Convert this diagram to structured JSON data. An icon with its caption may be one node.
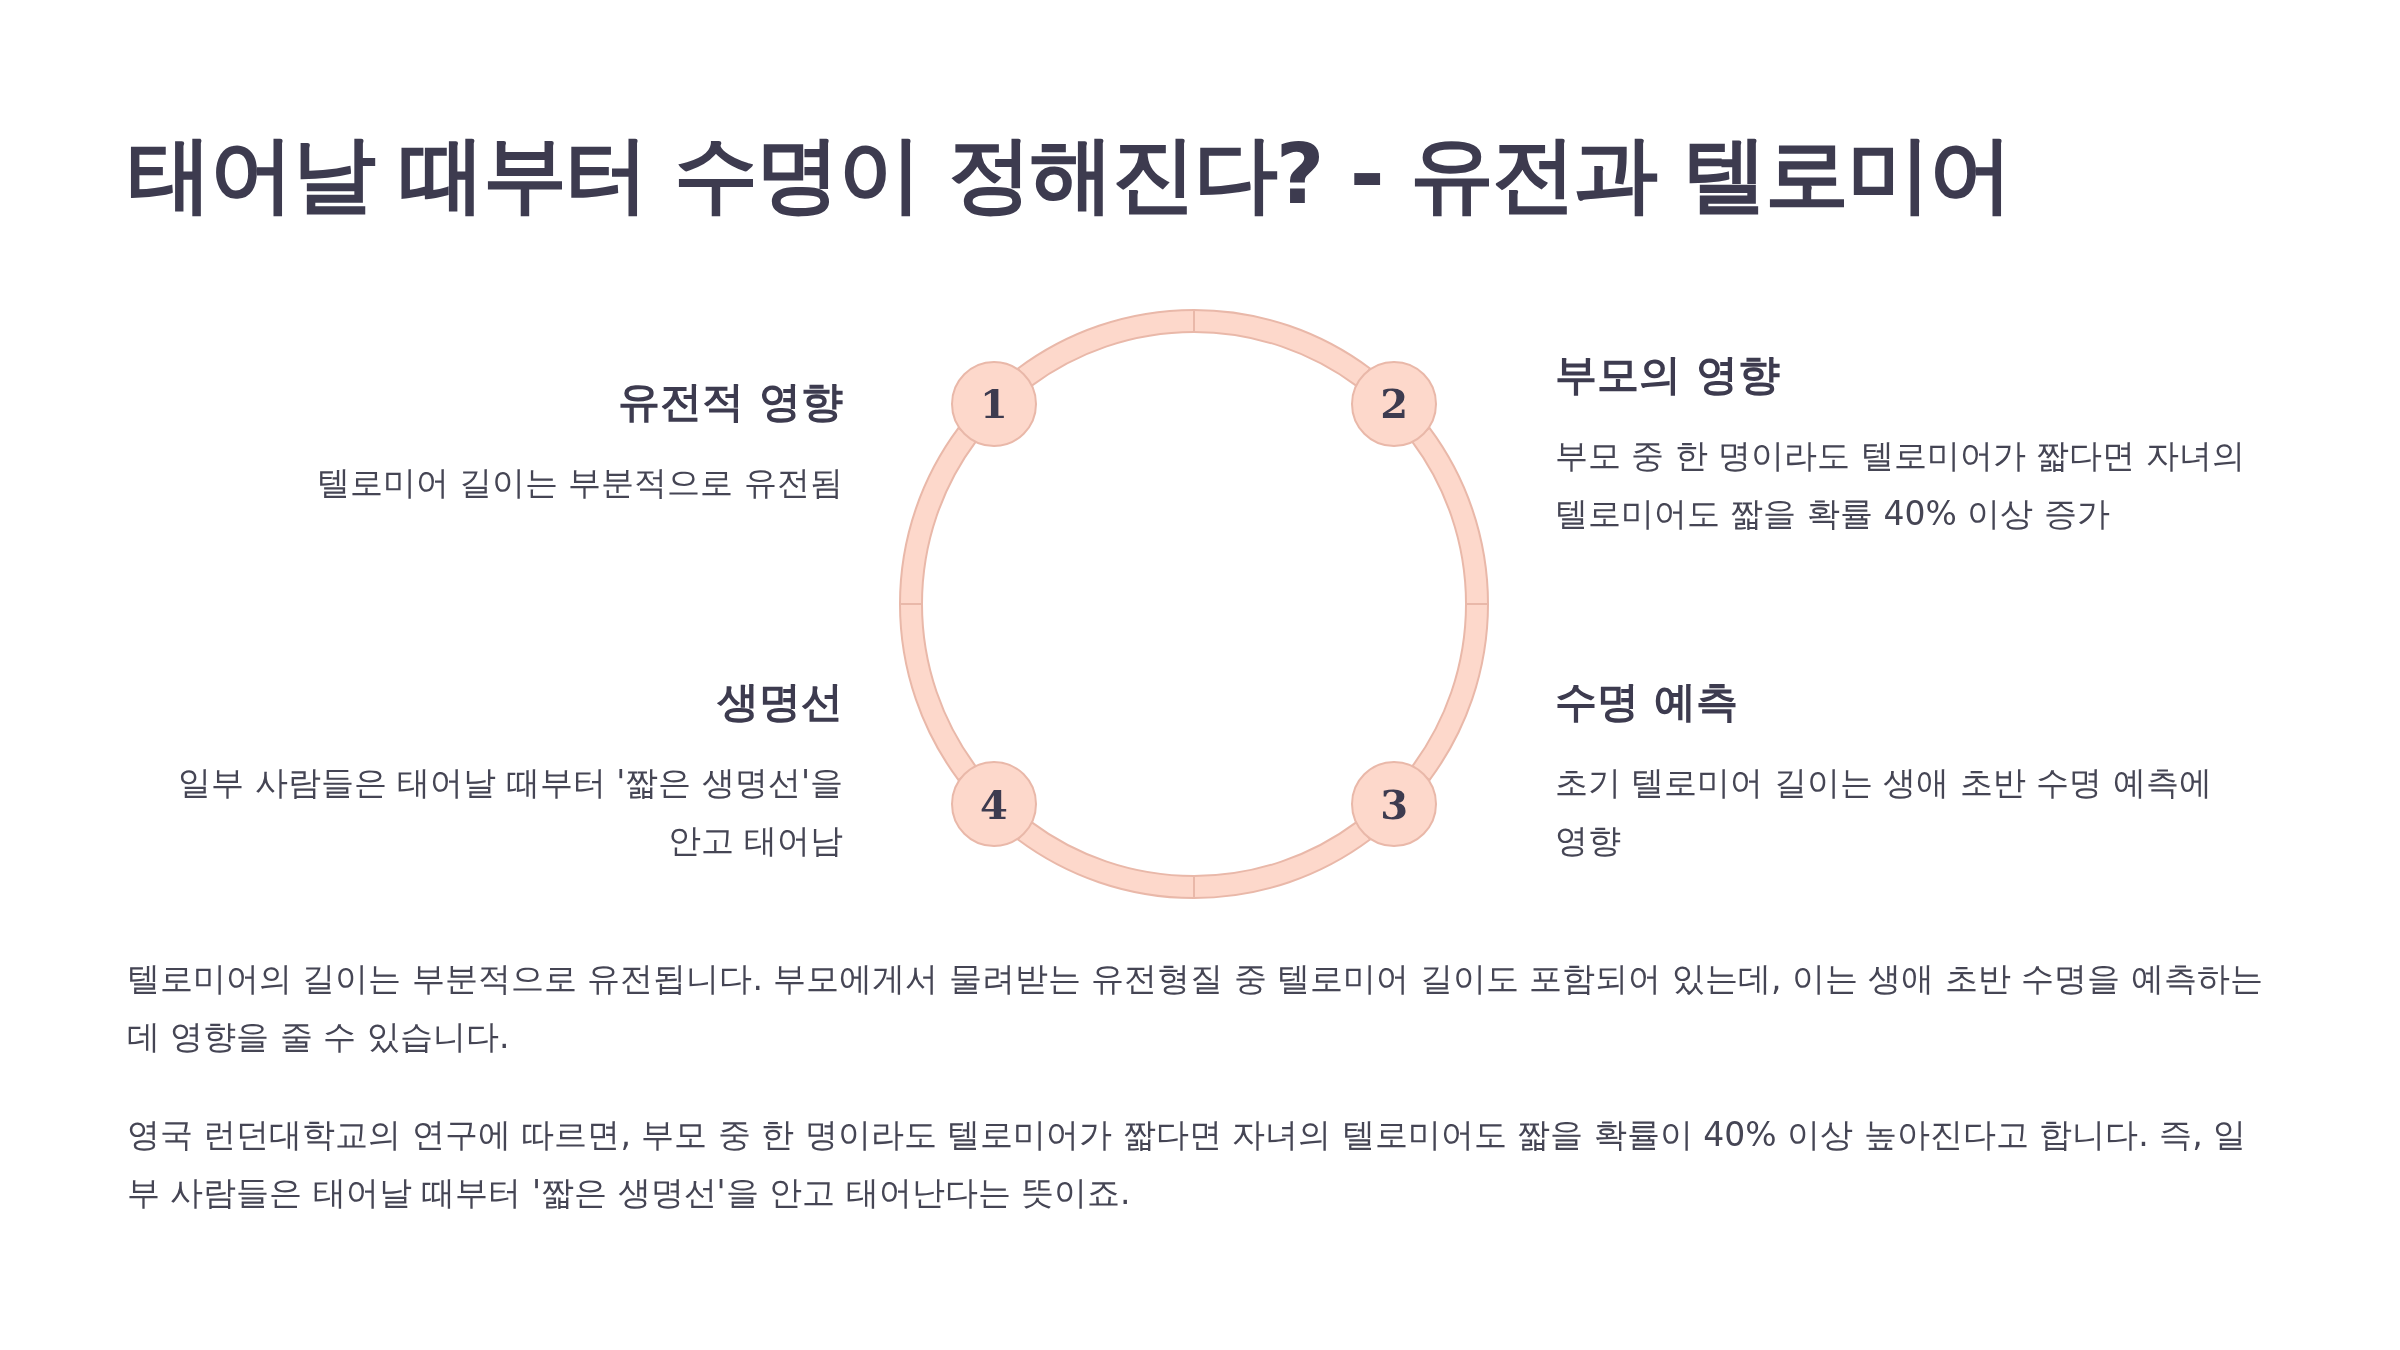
{
  "diagram": {
    "title": "태어날 때부터 수명이 정해진다? - 유전과 텔로미어",
    "nodes": [
      {
        "text": [
          "1"
        ],
        "beside": [
          "유전적 영향",
          "텔로미어 길이는 부분적으로 유전됨"
        ]
      },
      {
        "text": [
          "2"
        ],
        "beside": [
          "부모의 영향",
          "부모 중 한 명이라도 텔로미어가 짧다면 자녀의 텔로미어도 짧을 확률 40% 이상 증가"
        ]
      },
      {
        "text": [
          "3"
        ],
        "beside": [
          "수명 예측",
          "초기 텔로미어 길이는 생애 초반 수명 예측에 영향"
        ]
      },
      {
        "text": [
          "4"
        ],
        "beside": [
          "생명선",
          "일부 사람들은 태어날 때부터 '짧은 생명선'을 안고 태어남"
        ]
      }
    ],
    "edges": [
      {
        "from": 0,
        "to": 1,
        "arrow": "none"
      },
      {
        "from": 1,
        "to": 2,
        "arrow": "none"
      },
      {
        "from": 2,
        "to": 3,
        "arrow": "none"
      },
      {
        "from": 3,
        "to": 0,
        "arrow": "none"
      }
    ],
    "labels": [
      "텔로미어의 길이는 부분적으로 유전됩니다. 부모에게서 물려받는 유전형질 중 텔로미어 길이도 포함되어 있는데, 이는 생애 초반 수명을 예측하는데 영향을 줄 수 있습니다.",
      "영국 런던대학교의 연구에 따르면, 부모 중 한 명이라도 텔로미어가 짧다면 자녀의 텔로미어도 짧을 확률이 40% 이상 높아진다고 합니다. 즉, 일부 사람들은 태어날 때부터 '짧은 생명선'을 안고 태어난다는 뜻이죠."
    ]
  }
}
